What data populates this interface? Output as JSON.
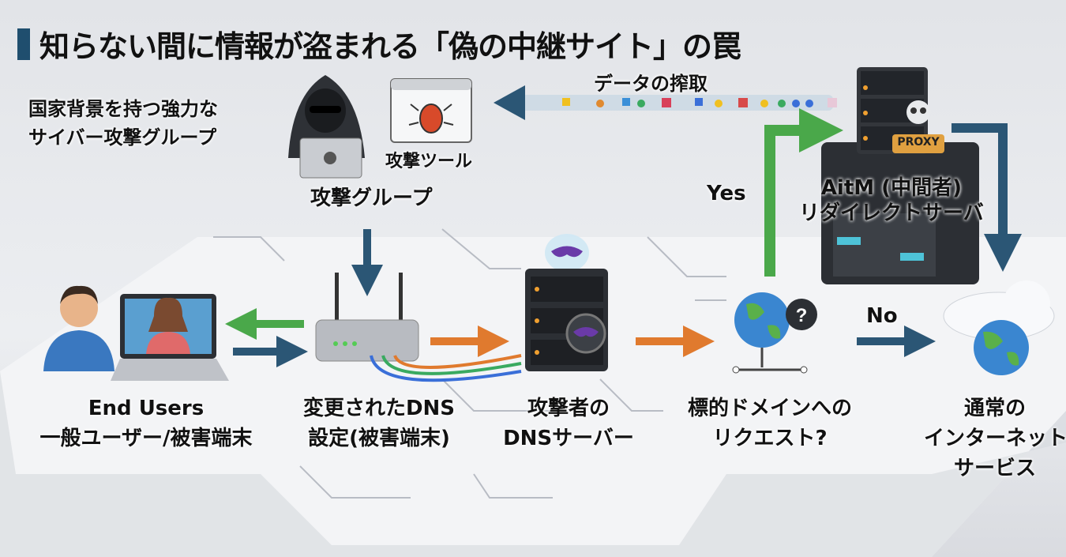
{
  "title": "知らない間に情報が盗まれる「偽の中継サイト」の罠",
  "nation_group": [
    "国家背景を持つ強力な",
    "サイバー攻撃グループ"
  ],
  "attack_tool": "攻撃ツール",
  "attack_group": "攻撃グループ",
  "data_theft": "データの搾取",
  "proxy_badge": "PROXY",
  "aitm_server": [
    "AitM (中間者)",
    "リダイレクトサーバ"
  ],
  "yes": "Yes",
  "no": "No",
  "end_users": [
    "End Users",
    "一般ユーザー/被害端末"
  ],
  "changed_dns": [
    "変更されたDNS",
    "設定(被害端末)"
  ],
  "attacker_dns": [
    "攻撃者の",
    "DNSサーバー"
  ],
  "target_request": [
    "標的ドメインへの",
    "リクエスト?"
  ],
  "normal_service": [
    "通常の",
    "インターネット",
    "サービス"
  ],
  "colors": {
    "title_accent": "#1f4e6e",
    "arrow_blue": "#2b5675",
    "arrow_green": "#4aa84a",
    "arrow_orange": "#e07a2e",
    "proxy_badge": "#e0a040"
  }
}
